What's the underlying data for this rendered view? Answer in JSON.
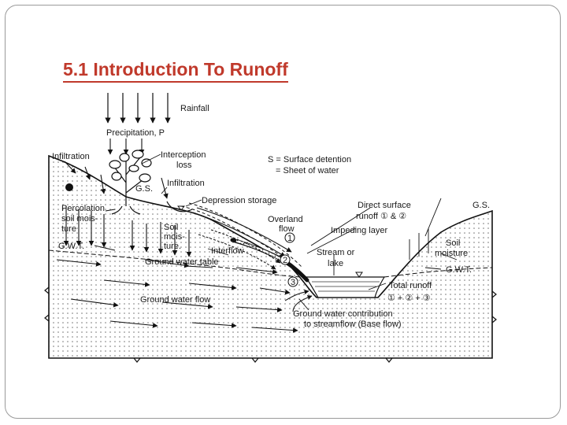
{
  "slide": {
    "title": "5.1 Introduction To Runoff",
    "title_color": "#c0392b"
  },
  "diagram": {
    "labels": {
      "rainfall": "Rainfall",
      "precipitation": "Precipitation, P",
      "infiltration_left": "Infiltration",
      "interception_1": "Interception",
      "interception_2": "loss",
      "infiltration_mid": "Infiltration",
      "gs_left": "G.S.",
      "surface_detention_1": "S = Surface detention",
      "surface_detention_2": "= Sheet of water",
      "depression_storage": "Depression storage",
      "direct_surface_1": "Direct surface",
      "direct_surface_2": "runoff ① & ②",
      "gs_right": "G.S.",
      "percolation_1": "Percolation",
      "percolation_2": "soil mois-",
      "percolation_3": "ture",
      "soil_moisture_mid_1": "Soil",
      "soil_moisture_mid_2": "mois-",
      "soil_moisture_mid_3": "ture.",
      "overland_1": "Overland",
      "overland_2": "flow",
      "impeding_layer": "Impeding layer",
      "gwt_left": "G.W.T.",
      "interflow": "Interflow",
      "stream_1": "Stream or",
      "stream_2": "lake",
      "soil_moisture_right_1": "Soil",
      "soil_moisture_right_2": "moisture",
      "gwt_right": "G.W.T.",
      "ground_water_table": "Ground water table",
      "total_runoff_1": "Total runoff",
      "total_runoff_2": "① + ② + ③",
      "ground_water_flow": "Ground water flow",
      "gw_contribution_1": "Ground water contribution",
      "gw_contribution_2": "to streamflow (Base flow)",
      "marker_1": "1",
      "marker_2": "2",
      "marker_3": "3"
    }
  }
}
